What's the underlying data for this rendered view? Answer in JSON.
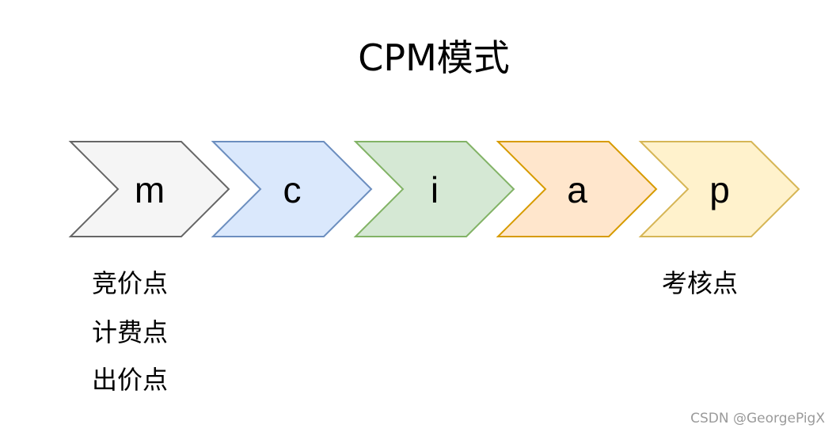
{
  "title": "CPM模式",
  "stages": [
    {
      "letter": "m",
      "fill": "#f5f5f5",
      "stroke": "#666666"
    },
    {
      "letter": "c",
      "fill": "#dae8fc",
      "stroke": "#6c8ebf"
    },
    {
      "letter": "i",
      "fill": "#d5e8d4",
      "stroke": "#82b366"
    },
    {
      "letter": "a",
      "fill": "#ffe6cc",
      "stroke": "#d79b00"
    },
    {
      "letter": "p",
      "fill": "#fff2cc",
      "stroke": "#d6b656"
    }
  ],
  "labels": {
    "left": [
      "竞价点",
      "计费点",
      "出价点"
    ],
    "right": "考核点"
  },
  "watermark": "CSDN @GeorgePigX"
}
